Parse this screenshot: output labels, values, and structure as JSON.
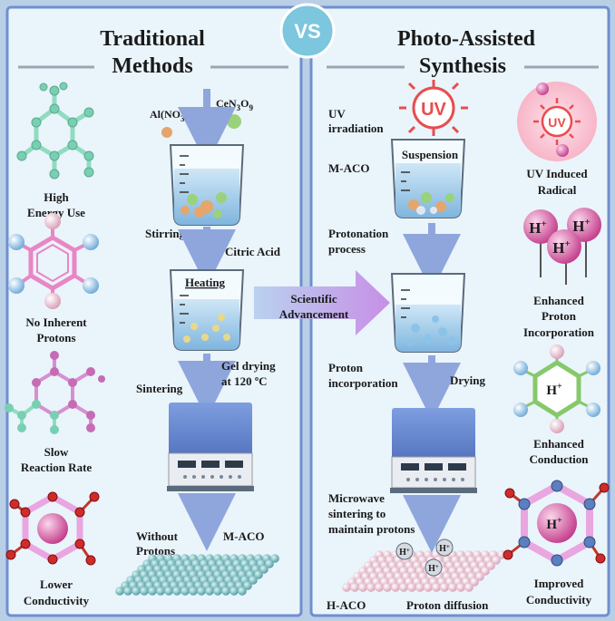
{
  "vs_badge": "VS",
  "left_panel": {
    "title_line1": "Traditional",
    "title_line2": "Methods",
    "side_labels": [
      {
        "line1": "High",
        "line2": "Energy Use"
      },
      {
        "line1": "No Inherent",
        "line2": "Protons"
      },
      {
        "line1": "Slow",
        "line2": "Reaction Rate"
      },
      {
        "line1": "Lower",
        "line2": "Conductivity"
      }
    ],
    "reagent_1": "Al(NO",
    "reagent_1_sub": "3",
    "reagent_1_close": ")",
    "reagent_1_sub2": "3",
    "reagent_2": "CeN",
    "reagent_2_sub": "3",
    "reagent_2_mid": "O",
    "reagent_2_sub2": "9",
    "stirring": "Stirring",
    "citric_acid": "Citric Acid",
    "heating": "Heating",
    "sintering": "Sintering",
    "gel_drying_line1": "Gel drying",
    "gel_drying_line2": "at 120 ºC",
    "without_protons_line1": "Without",
    "without_protons_line2": "Protons",
    "product": "M-ACO"
  },
  "center_arrow": {
    "line1": "Scientific",
    "line2": "Advancement"
  },
  "right_panel": {
    "title_line1": "Photo-Assisted",
    "title_line2": "Synthesis",
    "uv_icon_text": "UV",
    "uv_irradiation_line1": "UV",
    "uv_irradiation_line2": "irradiation",
    "suspension": "Suspension",
    "m_aco": "M-ACO",
    "protonation_line1": "Protonation",
    "protonation_line2": "process",
    "proton_incorp_line1": "Proton",
    "proton_incorp_line2": "incorporation",
    "drying": "Drying",
    "microwave_line1": "Microwave",
    "microwave_line2": "sintering to",
    "microwave_line3": "maintain protons",
    "h_aco": "H-ACO",
    "proton_diffusion": "Proton diffusion",
    "h_plus": "H",
    "side_labels": [
      {
        "line1": "UV Induced",
        "line2": "Radical"
      },
      {
        "line1": "Enhanced",
        "line2": "Proton",
        "line3": "Incorporation"
      },
      {
        "line1": "Enhanced",
        "line2": "Conduction"
      },
      {
        "line1": "Improved",
        "line2": "Conductivity"
      }
    ]
  },
  "colors": {
    "background": "#b9cfe6",
    "panel_fill": "#eaf4fb",
    "panel_border": "#6f8fcf",
    "vs_badge": "#7cc6de",
    "flow_arrow": "#8ea6dc",
    "advancement_arrow_start": "#b9d2ef",
    "advancement_arrow_end": "#c78fe6",
    "mint_molecule": "#8fdcc0",
    "pink_molecule": "#e986c6",
    "uv_red": "#e84d4d",
    "proton_magenta": "#d2418f",
    "oven_blue": "#4f73c4"
  }
}
